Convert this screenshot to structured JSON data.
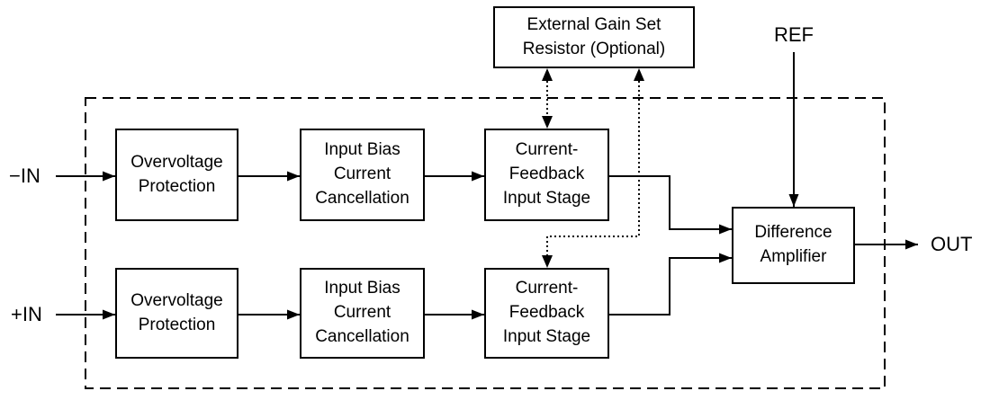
{
  "diagram_type": "block-diagram",
  "colors": {
    "line": "#000000",
    "background": "#ffffff"
  },
  "labels": {
    "neg_in": "−IN",
    "pos_in": "+IN",
    "ref": "REF",
    "out": "OUT"
  },
  "blocks": {
    "external_gain": "External Gain Set\nResistor (Optional)",
    "overvoltage_top": "Overvoltage\nProtection",
    "bias_top": "Input Bias\nCurrent\nCancellation",
    "cfb_top": "Current-\nFeedback\nInput Stage",
    "overvoltage_bottom": "Overvoltage\nProtection",
    "bias_bottom": "Input Bias\nCurrent\nCancellation",
    "cfb_bottom": "Current-\nFeedback\nInput Stage",
    "diff_amp": "Difference\nAmplifier"
  }
}
